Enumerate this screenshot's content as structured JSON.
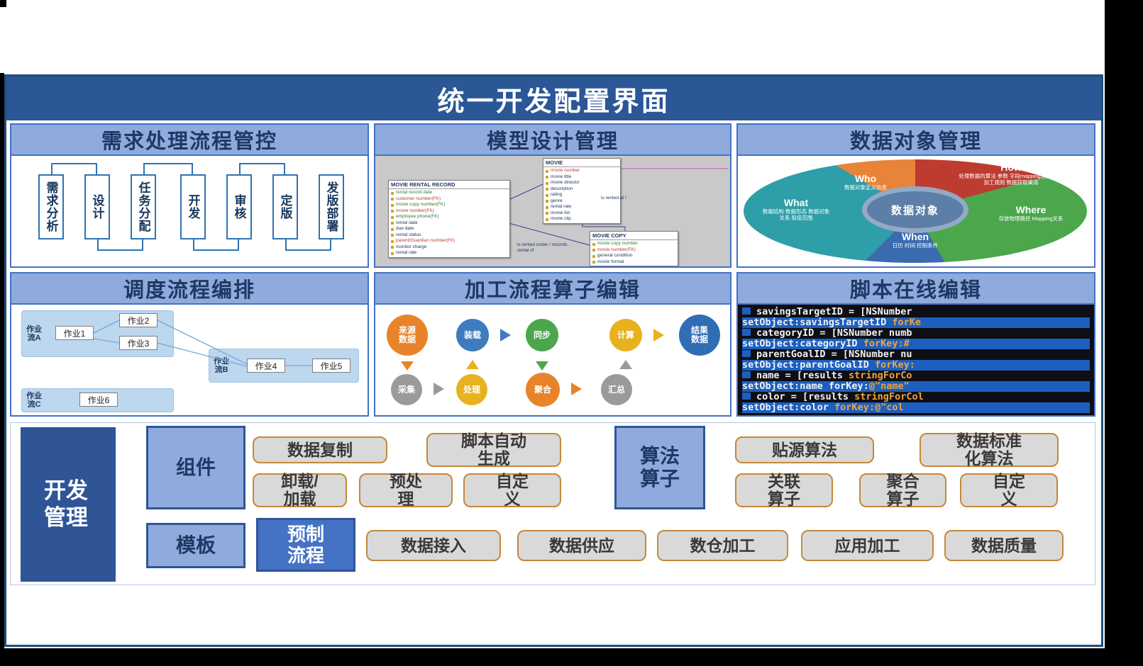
{
  "title": "统一开发配置界面",
  "colors": {
    "header_bg": "#2B5797",
    "panel_header_bg": "#8FAADC",
    "panel_border": "#4472C4",
    "button_bg": "#D9D9D9",
    "button_border": "#C5883A",
    "dev_box_bg": "#2F5597"
  },
  "panels": {
    "req": {
      "title": "需求处理流程管控",
      "steps": [
        "需求分析",
        "设计",
        "任务分配",
        "开发",
        "审核",
        "定版",
        "发版部署"
      ]
    },
    "model": {
      "title": "模型设计管理",
      "tables": [
        {
          "name": "MOVIE RENTAL RECORD",
          "rows": [
            "rental record date",
            "customer number(FK)",
            "movie copy number(FK)",
            "movie number(FK)",
            "employee phone(FK)",
            "rental date",
            "due date",
            "rental status",
            "parent/Guardian number(FK)",
            "monitor charge",
            "rental rate"
          ]
        },
        {
          "name": "MOVIE",
          "rows": [
            "movie number",
            "movie title",
            "movie director",
            "description",
            "rating",
            "genre",
            "rental rate",
            "movie list",
            "movie clip"
          ]
        },
        {
          "name": "MOVIE COPY",
          "rows": [
            "movie copy number",
            "movie number(FK)",
            "general condition",
            "movie format"
          ]
        }
      ],
      "link_labels": [
        "is rented at /",
        "is rented under / records rental of"
      ]
    },
    "dataobj": {
      "title": "数据对象管理",
      "center": "数据对象",
      "segments": [
        {
          "name": "Who",
          "desc": "数据对象定义信息",
          "color": "#E8833A"
        },
        {
          "name": "How",
          "desc": "处理数据的算法 参数 字段mapping信息 数据加工规则 数据获取渠道",
          "color": "#BE3B2F"
        },
        {
          "name": "Where",
          "desc": "存放物理路径 Mapping关系",
          "color": "#4CA64C"
        },
        {
          "name": "When",
          "desc": "日历 时间 控制条件",
          "color": "#3A6BB0"
        },
        {
          "name": "What",
          "desc": "数据结构 数据形态 数据对象关系 取值范围",
          "color": "#2E9EA8"
        }
      ]
    },
    "sched": {
      "title": "调度流程编排",
      "flows": [
        {
          "label": "作业流A",
          "jobs": [
            "作业1",
            "作业2",
            "作业3"
          ]
        },
        {
          "label": "作业流B",
          "jobs": [
            "作业4",
            "作业5"
          ]
        },
        {
          "label": "作业流C",
          "jobs": [
            "作业6"
          ]
        }
      ]
    },
    "op": {
      "title": "加工流程算子编辑",
      "top": [
        "来源数据",
        "装载",
        "同步",
        "计算",
        "结果数据"
      ],
      "bottom": [
        "采集",
        "处理",
        "聚合",
        "汇总"
      ]
    },
    "script": {
      "title": "脚本在线编辑",
      "lines": [
        {
          "a": "savingsTargetID = [NSNumber",
          "b": ""
        },
        {
          "a": "setObject:savingsTargetID ",
          "b": "forKe"
        },
        {
          "a": "categoryID = [NSNumber numb",
          "b": ""
        },
        {
          "a": "setObject:categoryID ",
          "b": "forKey:#"
        },
        {
          "a": "parentGoalID = [NSNumber nu",
          "b": ""
        },
        {
          "a": "setObject:parentGoalID ",
          "b": "forKey:"
        },
        {
          "a": "name = [results ",
          "b": "stringForCo"
        },
        {
          "a": "setObject:name forKey:",
          "b": "@\"name\""
        },
        {
          "a": "color = [results ",
          "b": "stringForCol"
        },
        {
          "a": "setObject:color ",
          "b": "forKey:@\"col"
        }
      ]
    }
  },
  "bottom": {
    "side_label": "开发管理",
    "component": {
      "label": "组件",
      "buttons": [
        "数据复制",
        "脚本自动生成",
        "卸载/加载",
        "预处理",
        "自定义"
      ]
    },
    "algorithm": {
      "label": "算法算子",
      "buttons": [
        "贴源算法",
        "数据标准化算法",
        "关联算子",
        "聚合算子",
        "自定义"
      ]
    },
    "template": {
      "label": "模板",
      "preset": "预制流程",
      "buttons": [
        "数据接入",
        "数据供应",
        "数仓加工",
        "应用加工",
        "数据质量"
      ]
    }
  }
}
